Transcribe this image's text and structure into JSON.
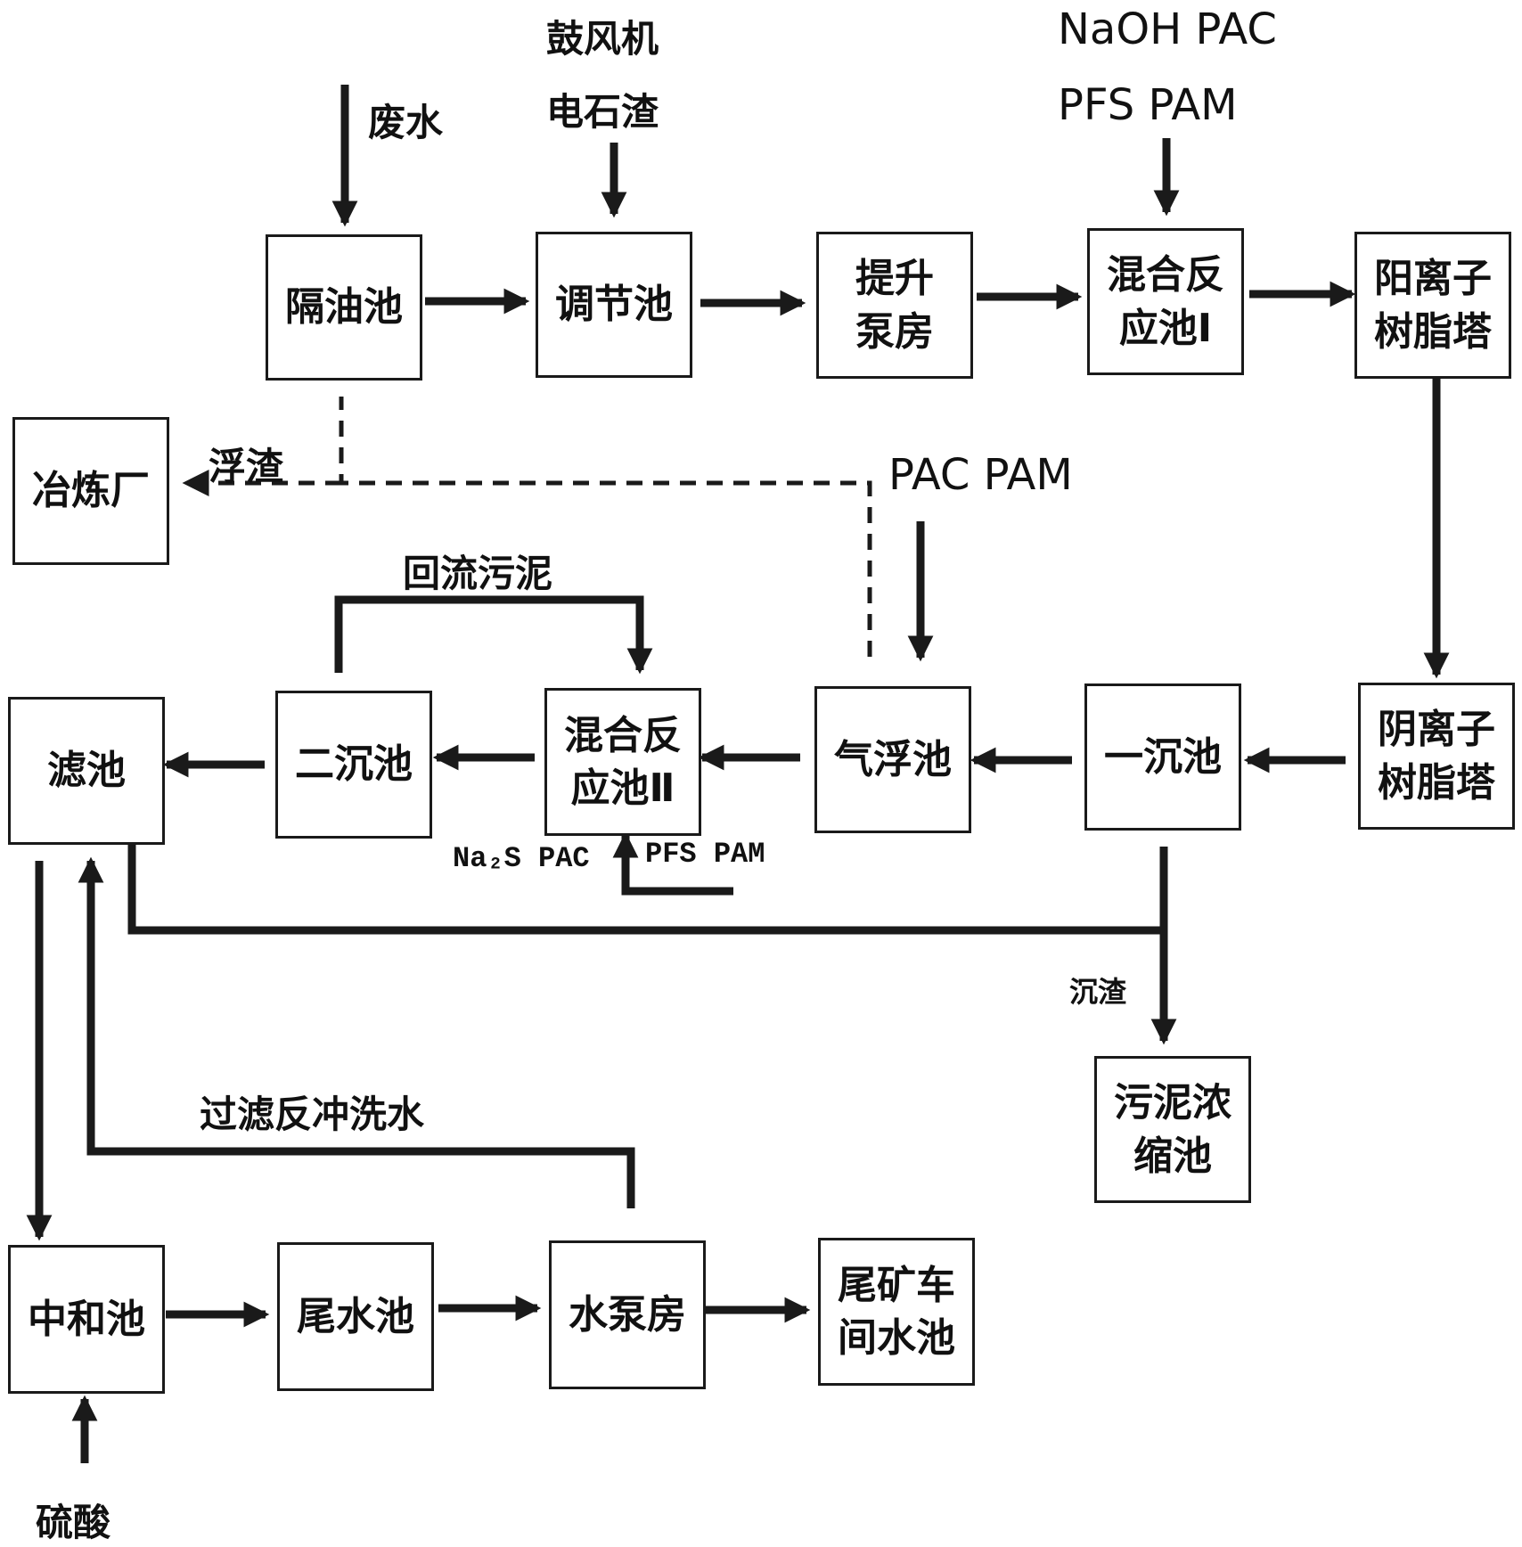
{
  "boxes": {
    "oil_separator": "隔油池",
    "regulating_tank": "调节池",
    "lift_pump_house": "提升\n泵房",
    "mixing_reaction_1": "混合反\n应池Ⅰ",
    "cation_resin_tower": "阳离子\n树脂塔",
    "smelter": "冶炼厂",
    "anion_resin_tower": "阴离子\n树脂塔",
    "primary_settling": "一沉池",
    "air_flotation": "气浮池",
    "mixing_reaction_2": "混合反\n应池Ⅱ",
    "secondary_settling": "二沉池",
    "filter_tank": "滤池",
    "sludge_thickener": "污泥浓\n缩池",
    "neutralization_tank": "中和池",
    "tailwater_tank": "尾水池",
    "water_pump_house": "水泵房",
    "tailings_workshop_pool": "尾矿车\n间水池"
  },
  "labels": {
    "blower": "鼓风机",
    "carbide_slag": "电石渣",
    "wastewater": "废水",
    "naoh_pac": "NaOH  PAC",
    "pfs_pam": "PFS  PAM",
    "scum": "浮渣",
    "pac_pam": "PAC  PAM",
    "return_sludge": "回流污泥",
    "na2s_pac": "Na₂S PAC",
    "pfs_pam_2": "PFS  PAM",
    "sediment": "沉渣",
    "backwash_water": "过滤反冲洗水",
    "sulfuric_acid": "硫酸"
  }
}
